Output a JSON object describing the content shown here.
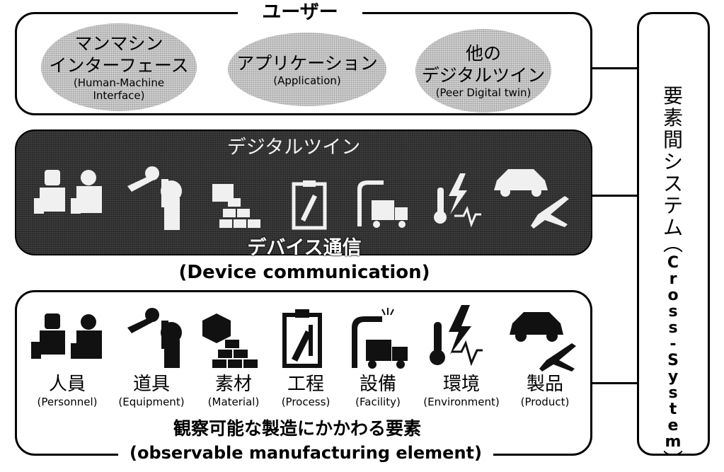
{
  "user_box": {
    "title": "ユーザー",
    "items": [
      {
        "jp_lines": [
          "マンマシン",
          "インターフェース"
        ],
        "en_lines": [
          "(Human-Machine",
          "Interface)"
        ]
      },
      {
        "jp_lines": [
          "アプリケーション"
        ],
        "en_lines": [
          "(Application)"
        ]
      },
      {
        "jp_lines": [
          "他の",
          "デジタルツイン"
        ],
        "en_lines": [
          "(Peer Digital twin)"
        ]
      }
    ]
  },
  "digital_twin": {
    "title": "デジタルツイン",
    "device_label": "デバイス通信",
    "device_label_en": "(Device communication)"
  },
  "elements_box": {
    "items": [
      {
        "jp": "人員",
        "en": "(Personnel)",
        "icon": "personnel-icon"
      },
      {
        "jp": "道具",
        "en": "(Equipment)",
        "icon": "robot-arm-icon"
      },
      {
        "jp": "素材",
        "en": "(Material)",
        "icon": "material-icon"
      },
      {
        "jp": "工程",
        "en": "(Process)",
        "icon": "clipboard-icon"
      },
      {
        "jp": "設備",
        "en": "(Facility)",
        "icon": "facility-icon"
      },
      {
        "jp": "環境",
        "en": "(Environment)",
        "icon": "environment-icon"
      },
      {
        "jp": "製品",
        "en": "(Product)",
        "icon": "product-icon"
      }
    ],
    "caption_jp": "観察可能な製造にかかわる要素",
    "caption_en": "(observable manufacturing element)"
  },
  "cross_system": {
    "jp_chars": [
      "要",
      "素",
      "間",
      "シ",
      "ス",
      "テ",
      "ム"
    ],
    "en_chars": [
      "C",
      "r",
      "o",
      "s",
      "s",
      "-",
      "S",
      "y",
      "s",
      "t",
      "e",
      "m"
    ],
    "open_paren": "︵",
    "close_paren": "︶"
  }
}
